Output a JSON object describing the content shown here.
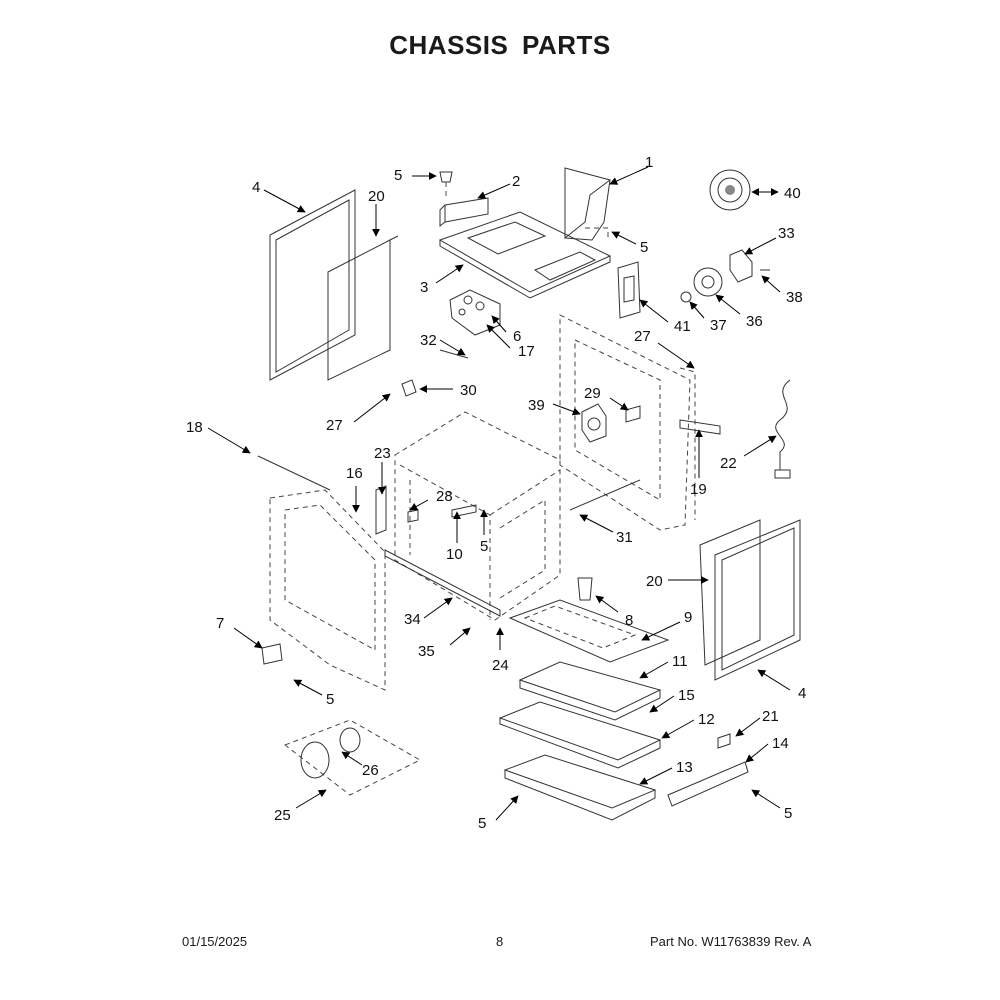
{
  "title": "CHASSIS PARTS",
  "footer": {
    "date": "01/15/2025",
    "page": "8",
    "part_label": "Part No.",
    "part_number": "W11763839",
    "rev_label": "Rev.",
    "rev": "A"
  },
  "callouts": {
    "c1": "1",
    "c2": "2",
    "c3": "3",
    "c4a": "4",
    "c4b": "4",
    "c5a": "5",
    "c5b": "5",
    "c5c": "5",
    "c5d": "5",
    "c5e": "5",
    "c5f": "5",
    "c6": "6",
    "c7": "7",
    "c8": "8",
    "c9": "9",
    "c10": "10",
    "c11": "11",
    "c12": "12",
    "c13": "13",
    "c14": "14",
    "c15": "15",
    "c16": "16",
    "c17": "17",
    "c18": "18",
    "c19": "19",
    "c20a": "20",
    "c20b": "20",
    "c21": "21",
    "c22": "22",
    "c23": "23",
    "c24": "24",
    "c25": "25",
    "c26": "26",
    "c27a": "27",
    "c27b": "27",
    "c28": "28",
    "c29": "29",
    "c30": "30",
    "c31": "31",
    "c32": "32",
    "c33": "33",
    "c34": "34",
    "c35": "35",
    "c36": "36",
    "c37": "37",
    "c38": "38",
    "c39": "39",
    "c40": "40",
    "c41": "41"
  }
}
